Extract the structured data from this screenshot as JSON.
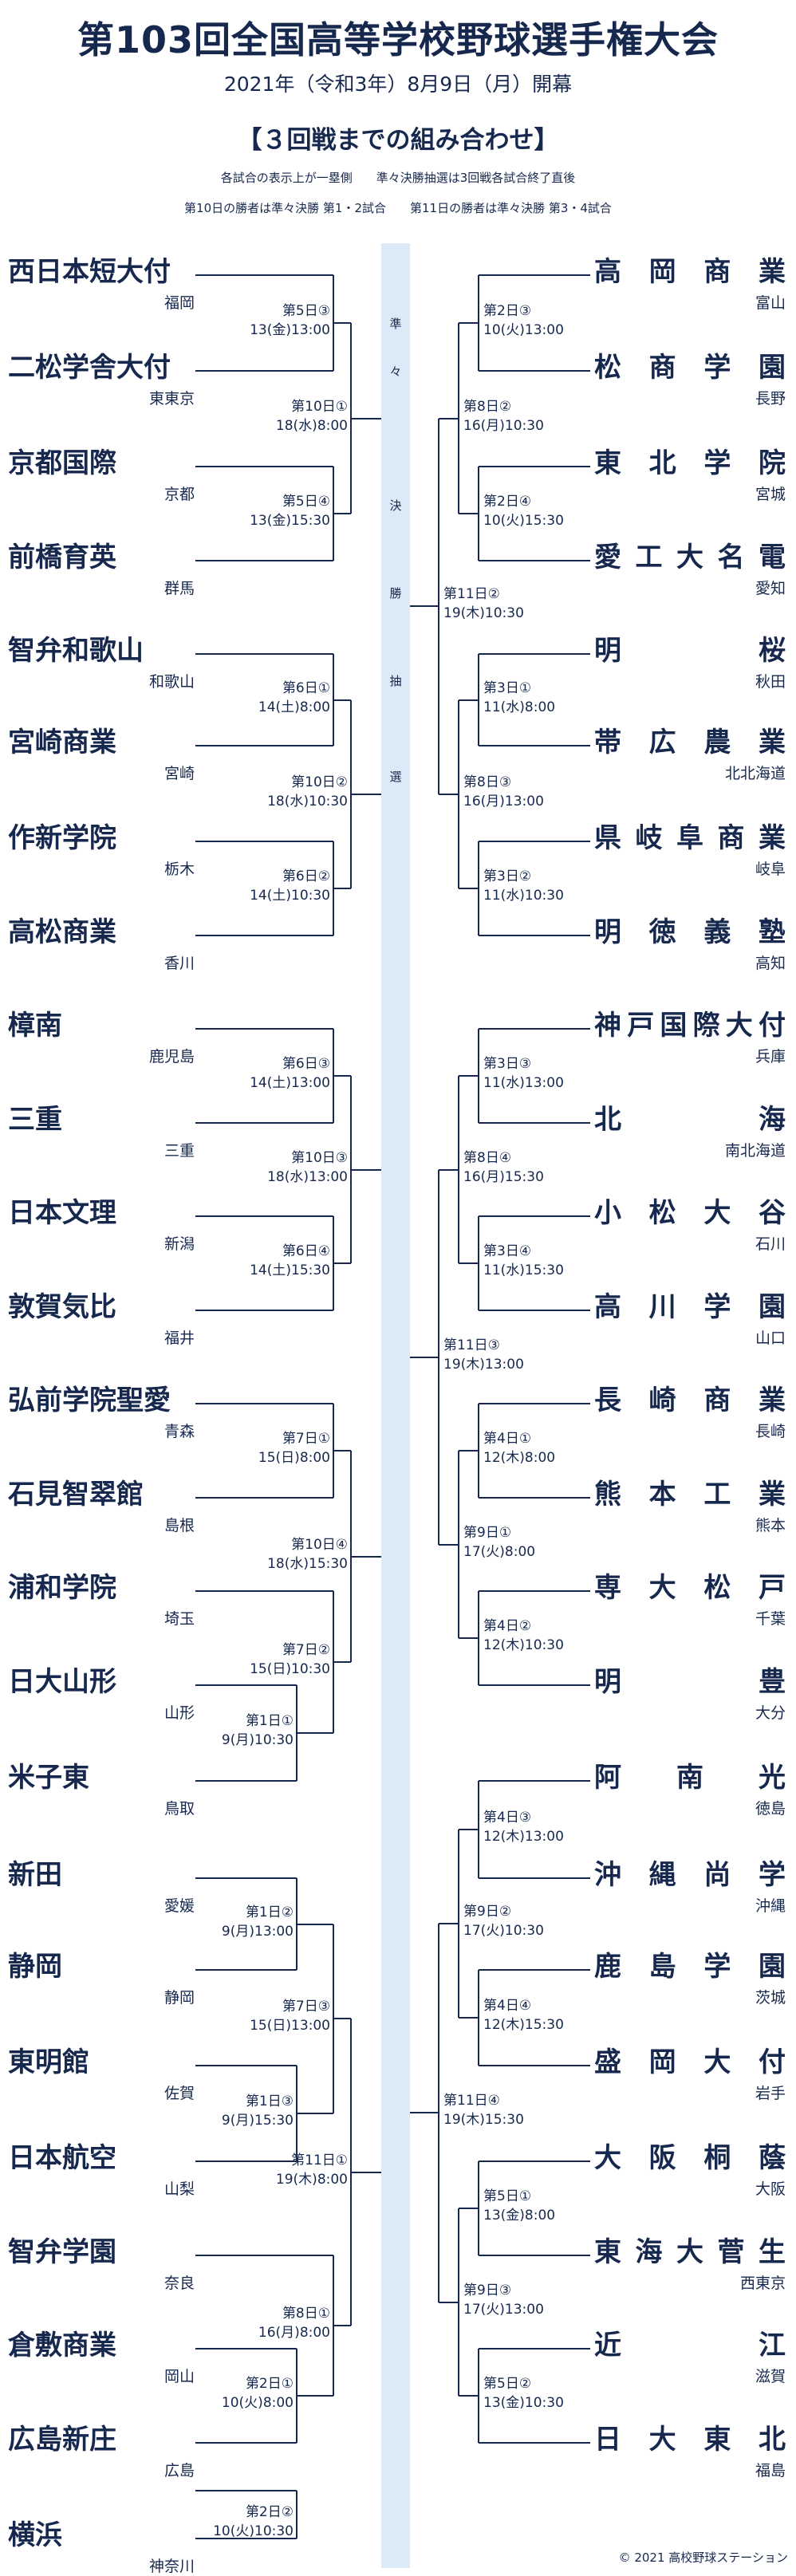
{
  "header": {
    "title": "第103回全国高等学校野球選手権大会",
    "date": "2021年（令和3年）8月9日（月）開幕",
    "subtitle": "【３回戦までの組み合わせ】",
    "note1": "各試合の表示上が一塁側　　準々決勝抽選は3回戦各試合終了直後",
    "note2": "第10日の勝者は準々決勝 第1・2試合　　第11日の勝者は準々決勝 第3・4試合"
  },
  "center_band": [
    "準",
    "々",
    "決",
    "勝",
    "抽",
    "選"
  ],
  "left_teams": [
    {
      "name": "西日本短大付",
      "prefecture": "福岡"
    },
    {
      "name": "二松学舎大付",
      "prefecture": "東東京"
    },
    {
      "name": "京都国際",
      "prefecture": "京都"
    },
    {
      "name": "前橋育英",
      "prefecture": "群馬"
    },
    {
      "name": "智弁和歌山",
      "prefecture": "和歌山"
    },
    {
      "name": "宮崎商業",
      "prefecture": "宮崎"
    },
    {
      "name": "作新学院",
      "prefecture": "栃木"
    },
    {
      "name": "高松商業",
      "prefecture": "香川"
    },
    {
      "name": "樟南",
      "prefecture": "鹿児島"
    },
    {
      "name": "三重",
      "prefecture": "三重"
    },
    {
      "name": "日本文理",
      "prefecture": "新潟"
    },
    {
      "name": "敦賀気比",
      "prefecture": "福井"
    },
    {
      "name": "弘前学院聖愛",
      "prefecture": "青森"
    },
    {
      "name": "石見智翠館",
      "prefecture": "島根"
    },
    {
      "name": "浦和学院",
      "prefecture": "埼玉"
    },
    {
      "name": "日大山形",
      "prefecture": "山形"
    },
    {
      "name": "米子東",
      "prefecture": "鳥取"
    },
    {
      "name": "新田",
      "prefecture": "愛媛"
    },
    {
      "name": "静岡",
      "prefecture": "静岡"
    },
    {
      "name": "東明館",
      "prefecture": "佐賀"
    },
    {
      "name": "日本航空",
      "prefecture": "山梨"
    },
    {
      "name": "智弁学園",
      "prefecture": "奈良"
    },
    {
      "name": "倉敷商業",
      "prefecture": "岡山"
    },
    {
      "name": "広島新庄",
      "prefecture": "広島"
    },
    {
      "name": "横浜",
      "prefecture": "神奈川"
    }
  ],
  "right_teams": [
    {
      "name": "高岡商業",
      "prefecture": "富山"
    },
    {
      "name": "松商学園",
      "prefecture": "長野"
    },
    {
      "name": "東北学院",
      "prefecture": "宮城"
    },
    {
      "name": "愛工大名電",
      "prefecture": "愛知"
    },
    {
      "name": "明桜",
      "prefecture": "秋田"
    },
    {
      "name": "帯広農業",
      "prefecture": "北北海道"
    },
    {
      "name": "県岐阜商業",
      "prefecture": "岐阜"
    },
    {
      "name": "明徳義塾",
      "prefecture": "高知"
    },
    {
      "name": "神戸国際大付",
      "prefecture": "兵庫"
    },
    {
      "name": "北海",
      "prefecture": "南北海道"
    },
    {
      "name": "小松大谷",
      "prefecture": "石川"
    },
    {
      "name": "高川学園",
      "prefecture": "山口"
    },
    {
      "name": "長崎商業",
      "prefecture": "長崎"
    },
    {
      "name": "熊本工業",
      "prefecture": "熊本"
    },
    {
      "name": "専大松戸",
      "prefecture": "千葉"
    },
    {
      "name": "明豊",
      "prefecture": "大分"
    },
    {
      "name": "阿南光",
      "prefecture": "徳島"
    },
    {
      "name": "沖縄尚学",
      "prefecture": "沖縄"
    },
    {
      "name": "鹿島学園",
      "prefecture": "茨城"
    },
    {
      "name": "盛岡大付",
      "prefecture": "岩手"
    },
    {
      "name": "大阪桐蔭",
      "prefecture": "大阪"
    },
    {
      "name": "東海大菅生",
      "prefecture": "西東京"
    },
    {
      "name": "近江",
      "prefecture": "滋賀"
    },
    {
      "name": "日大東北",
      "prefecture": "福島"
    }
  ],
  "left_matches": [
    {
      "id": "第5日③",
      "datetime": "13(金)13:00"
    },
    {
      "id": "第10日①",
      "datetime": "18(水)8:00"
    },
    {
      "id": "第5日④",
      "datetime": "13(金)15:30"
    },
    {
      "id": "第6日①",
      "datetime": "14(土)8:00"
    },
    {
      "id": "第10日②",
      "datetime": "18(水)10:30"
    },
    {
      "id": "第6日②",
      "datetime": "14(土)10:30"
    },
    {
      "id": "第6日③",
      "datetime": "14(土)13:00"
    },
    {
      "id": "第10日③",
      "datetime": "18(水)13:00"
    },
    {
      "id": "第6日④",
      "datetime": "14(土)15:30"
    },
    {
      "id": "第7日①",
      "datetime": "15(日)8:00"
    },
    {
      "id": "第10日④",
      "datetime": "18(水)15:30"
    },
    {
      "id": "第7日②",
      "datetime": "15(日)10:30"
    },
    {
      "id": "第1日①",
      "datetime": "9(月)10:30"
    },
    {
      "id": "第1日②",
      "datetime": "9(月)13:00"
    },
    {
      "id": "第7日③",
      "datetime": "15(日)13:00"
    },
    {
      "id": "第1日③",
      "datetime": "9(月)15:30"
    },
    {
      "id": "第11日①",
      "datetime": "19(木)8:00"
    },
    {
      "id": "第2日①",
      "datetime": "10(火)8:00"
    },
    {
      "id": "第8日①",
      "datetime": "16(月)8:00"
    },
    {
      "id": "第2日②",
      "datetime": "10(火)10:30"
    }
  ],
  "right_matches": [
    {
      "id": "第2日③",
      "datetime": "10(火)13:00"
    },
    {
      "id": "第8日②",
      "datetime": "16(月)10:30"
    },
    {
      "id": "第2日④",
      "datetime": "10(火)15:30"
    },
    {
      "id": "第11日②",
      "datetime": "19(木)10:30"
    },
    {
      "id": "第3日①",
      "datetime": "11(水)8:00"
    },
    {
      "id": "第8日③",
      "datetime": "16(月)13:00"
    },
    {
      "id": "第3日②",
      "datetime": "11(水)10:30"
    },
    {
      "id": "第3日③",
      "datetime": "11(水)13:00"
    },
    {
      "id": "第8日④",
      "datetime": "16(月)15:30"
    },
    {
      "id": "第3日④",
      "datetime": "11(水)15:30"
    },
    {
      "id": "第11日③",
      "datetime": "19(木)13:00"
    },
    {
      "id": "第4日①",
      "datetime": "12(木)8:00"
    },
    {
      "id": "第9日①",
      "datetime": "17(火)8:00"
    },
    {
      "id": "第4日②",
      "datetime": "12(木)10:30"
    },
    {
      "id": "第4日③",
      "datetime": "12(木)13:00"
    },
    {
      "id": "第9日②",
      "datetime": "17(火)10:30"
    },
    {
      "id": "第4日④",
      "datetime": "12(木)15:30"
    },
    {
      "id": "第11日④",
      "datetime": "19(木)15:30"
    },
    {
      "id": "第5日①",
      "datetime": "13(金)8:00"
    },
    {
      "id": "第9日③",
      "datetime": "17(火)13:00"
    },
    {
      "id": "第5日②",
      "datetime": "13(金)10:30"
    }
  ],
  "copyright": "© 2021 高校野球ステーション"
}
